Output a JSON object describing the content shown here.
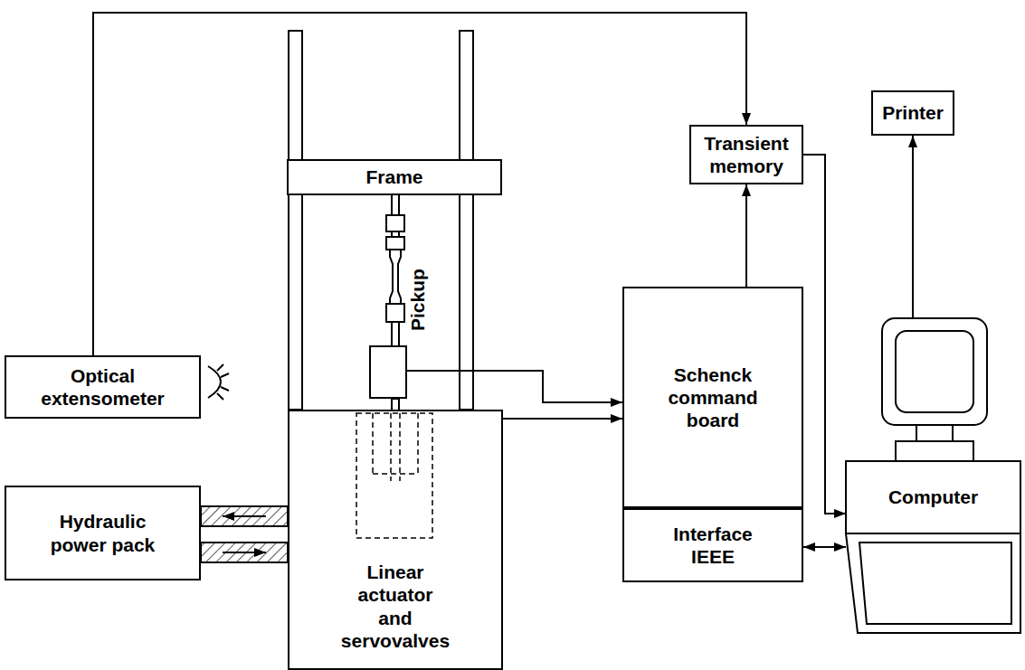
{
  "diagram": {
    "nodes": [
      {
        "text": [
          "Transient memory"
        ]
      },
      {
        "text": [
          "Printer"
        ]
      },
      {
        "text": [
          "Frame"
        ]
      },
      {
        "text": [
          "Optical extensometer"
        ]
      },
      {
        "text": [
          "Pickup"
        ]
      },
      {
        "text": [
          "Schenck command board"
        ]
      },
      {
        "text": [
          "Interface IEEE"
        ]
      },
      {
        "text": [
          "Computer"
        ]
      },
      {
        "text": [
          "Hydraulic power pack"
        ]
      },
      {
        "text": [
          "Linear actuator and servovalves"
        ]
      }
    ],
    "edges": [
      {
        "from": 3,
        "to": 0,
        "arrow": "to"
      },
      {
        "from": 4,
        "to": 5,
        "arrow": "to"
      },
      {
        "from": 9,
        "to": 5,
        "arrow": "to"
      },
      {
        "from": 5,
        "to": 0,
        "arrow": "to"
      },
      {
        "from": 6,
        "to": 7,
        "arrow": "both"
      },
      {
        "from": 0,
        "to": 7,
        "arrow": "to"
      },
      {
        "from": 7,
        "to": 1,
        "arrow": "to"
      },
      {
        "from": 9,
        "to": 8,
        "arrow": "to"
      },
      {
        "from": 8,
        "to": 9,
        "arrow": "to"
      }
    ]
  }
}
